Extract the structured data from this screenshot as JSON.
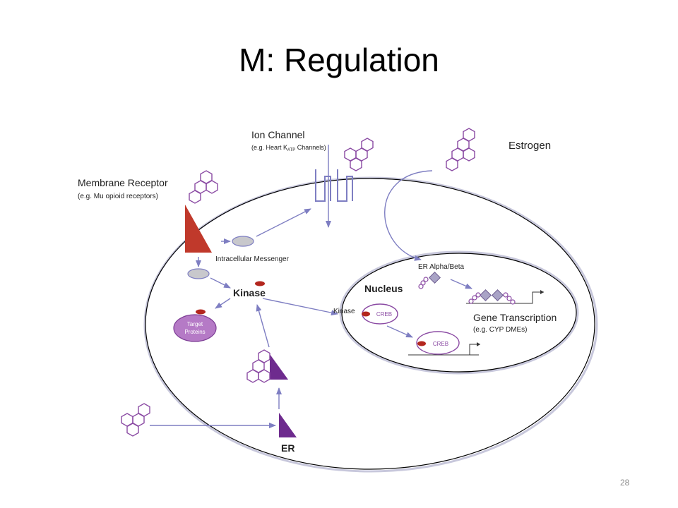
{
  "slide": {
    "title": "M: Regulation",
    "page_number": "28"
  },
  "diagram": {
    "ion_channel": {
      "title": "Ion Channel",
      "sub_prefix": "(e.g. Heart K",
      "sub_subscript": "ATP",
      "sub_suffix": " Channels)"
    },
    "estrogen": "Estrogen",
    "membrane_receptor": {
      "title": "Membrane Receptor",
      "sub": "(e.g. Mu opioid receptors)"
    },
    "intracellular_messenger": "Intracellular Messenger",
    "kinase": "Kinase",
    "kinase_small": "Kinase",
    "target_proteins": [
      "Target",
      "Proteins"
    ],
    "nucleus": "Nucleus",
    "er_alpha_beta": "ER Alpha/Beta",
    "creb": "CREB",
    "gene_transcription": {
      "title": "Gene Transcription",
      "sub": "(e.g. CYP DMEs)"
    },
    "er": "ER"
  },
  "colors": {
    "arrow": "#7e7ec2",
    "hexagon": "#8a4aa3",
    "receptor_red": "#c0392b",
    "er_purple": "#6e2b8e",
    "creb_red": "#b3261e",
    "messenger_fill": "#c8c8cc",
    "target_fill": "#b57ac6",
    "diamond_fill": "#a9a3c6"
  }
}
